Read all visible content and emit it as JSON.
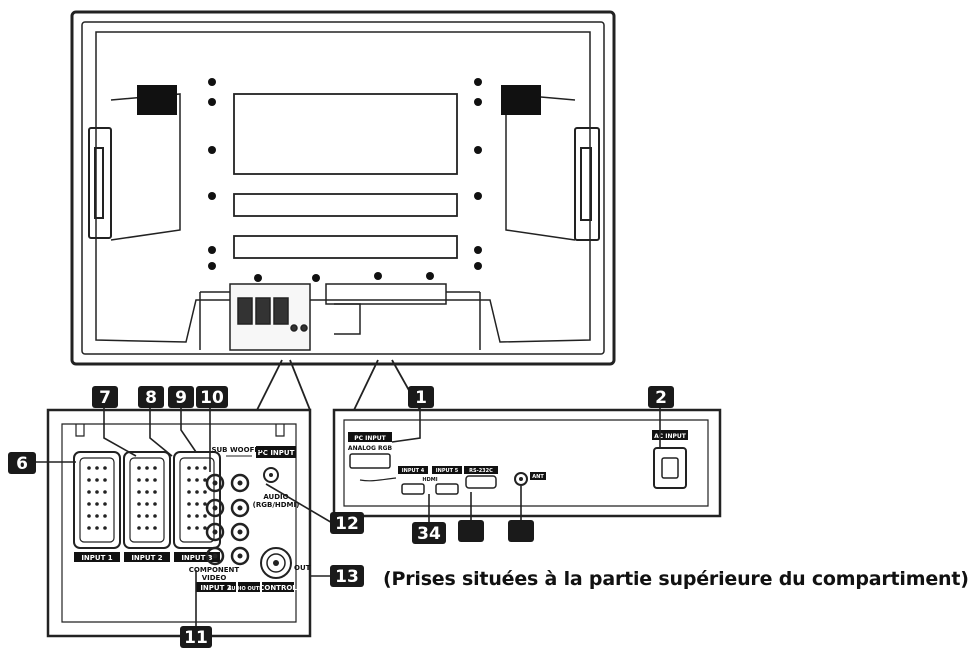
{
  "callouts": {
    "c1": "1",
    "c2": "2",
    "c34": "34",
    "c6": "6",
    "c7": "7",
    "c8": "8",
    "c9": "9",
    "c10": "10",
    "c11": "11",
    "c12": "12",
    "c13": "13"
  },
  "labels": {
    "pc_input": "PC INPUT",
    "pc_input_sub": "ANALOG RGB",
    "ac_in": "AC INPUT",
    "input_4": "INPUT 4",
    "input_5": "INPUT 5",
    "hdmi": "HDMI",
    "rs232c": "RS-232C",
    "ant": "ANT",
    "sub_woofer": "SUB WOOFER",
    "audio_sub": "AUDIO",
    "audio_sub2": "(RGB/HDMI)",
    "input_1": "INPUT 1",
    "input_2": "INPUT 2",
    "input_3": "INPUT 3",
    "component_video": "COMPONENT",
    "video": "VIDEO",
    "input_2_group": "INPUT 2",
    "audio_output": "AUDIO OUTPUT",
    "control": "CONTROL",
    "out": "OUT"
  },
  "caption": "(Prises situées à la partie supérieure du compartiment)",
  "colors": {
    "line": "#222222",
    "badge": "#1a1a1a",
    "panel": "#ffffff"
  }
}
